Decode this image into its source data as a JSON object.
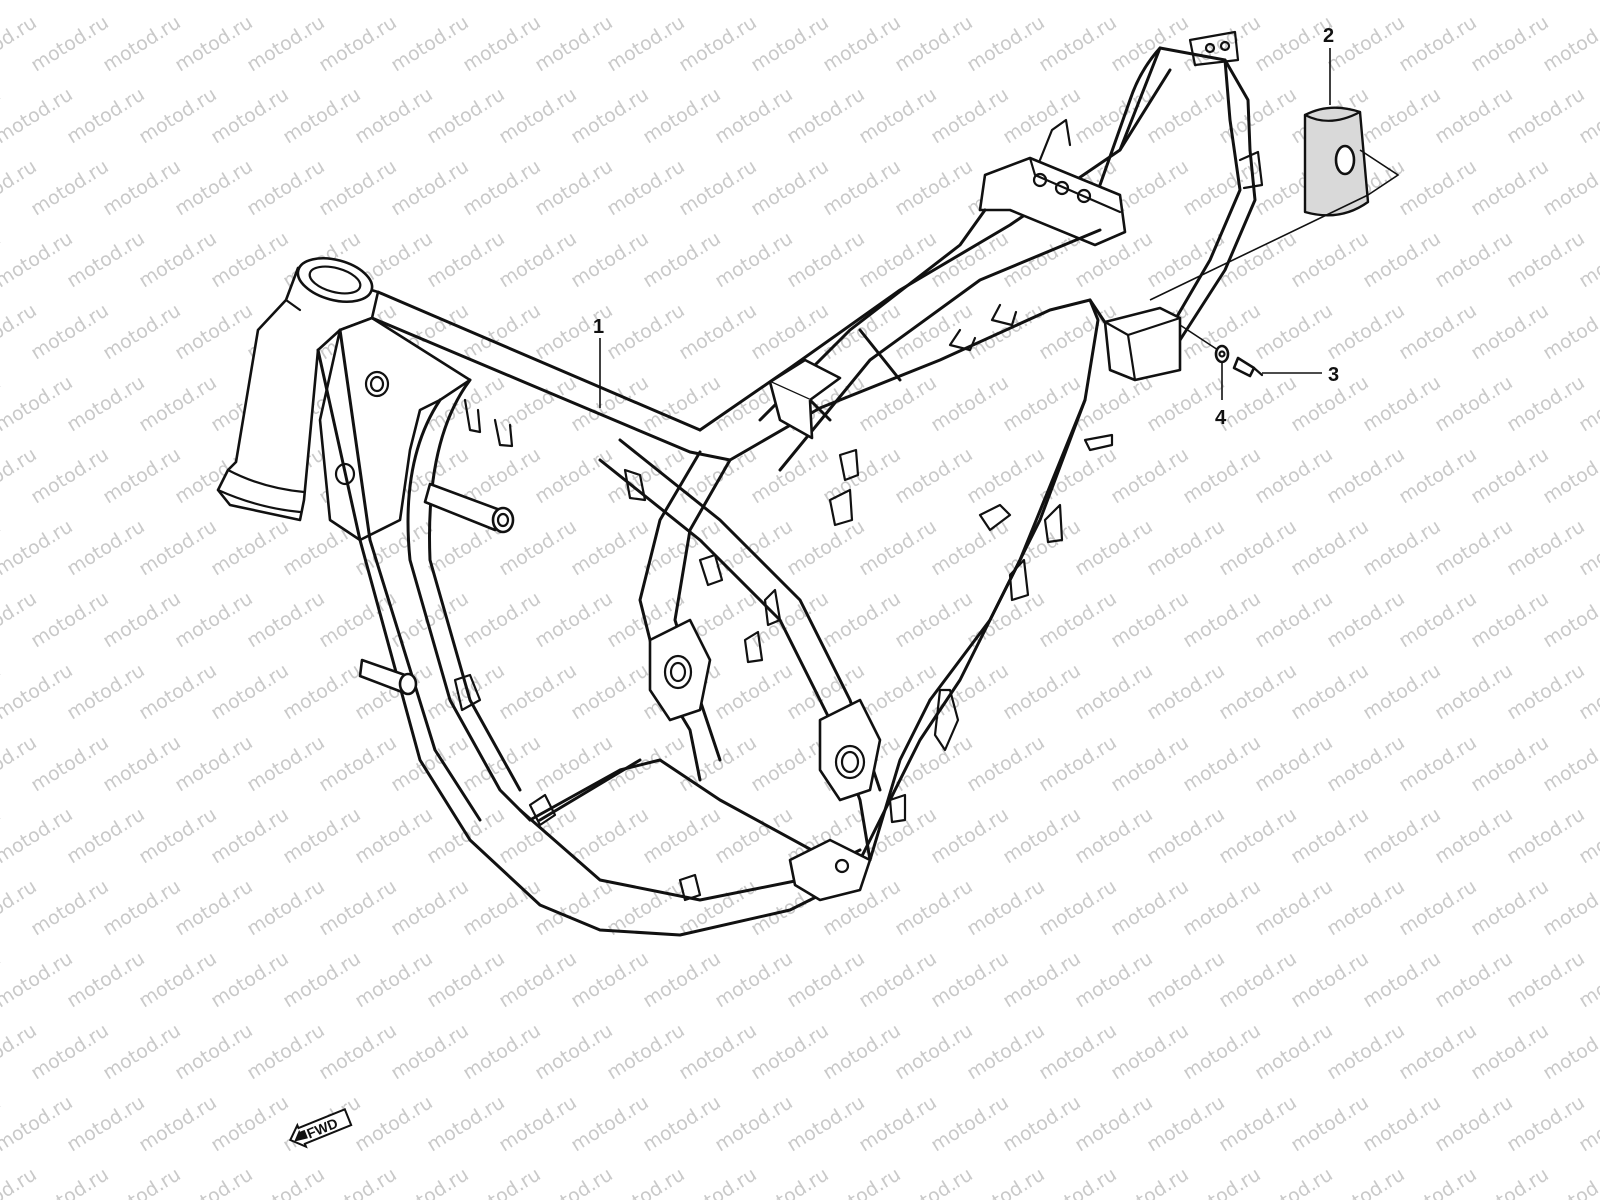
{
  "diagram": {
    "watermark_text": "motod.ru",
    "direction_badge": "FWD",
    "callouts": [
      {
        "number": "1",
        "part": "frame"
      },
      {
        "number": "2",
        "part": "cover"
      },
      {
        "number": "3",
        "part": "bolt"
      },
      {
        "number": "4",
        "part": "washer"
      }
    ],
    "colors": {
      "line": "#111111",
      "background": "#ffffff",
      "watermark": "#c9c9c9",
      "shading": "#d9d9d9"
    }
  }
}
